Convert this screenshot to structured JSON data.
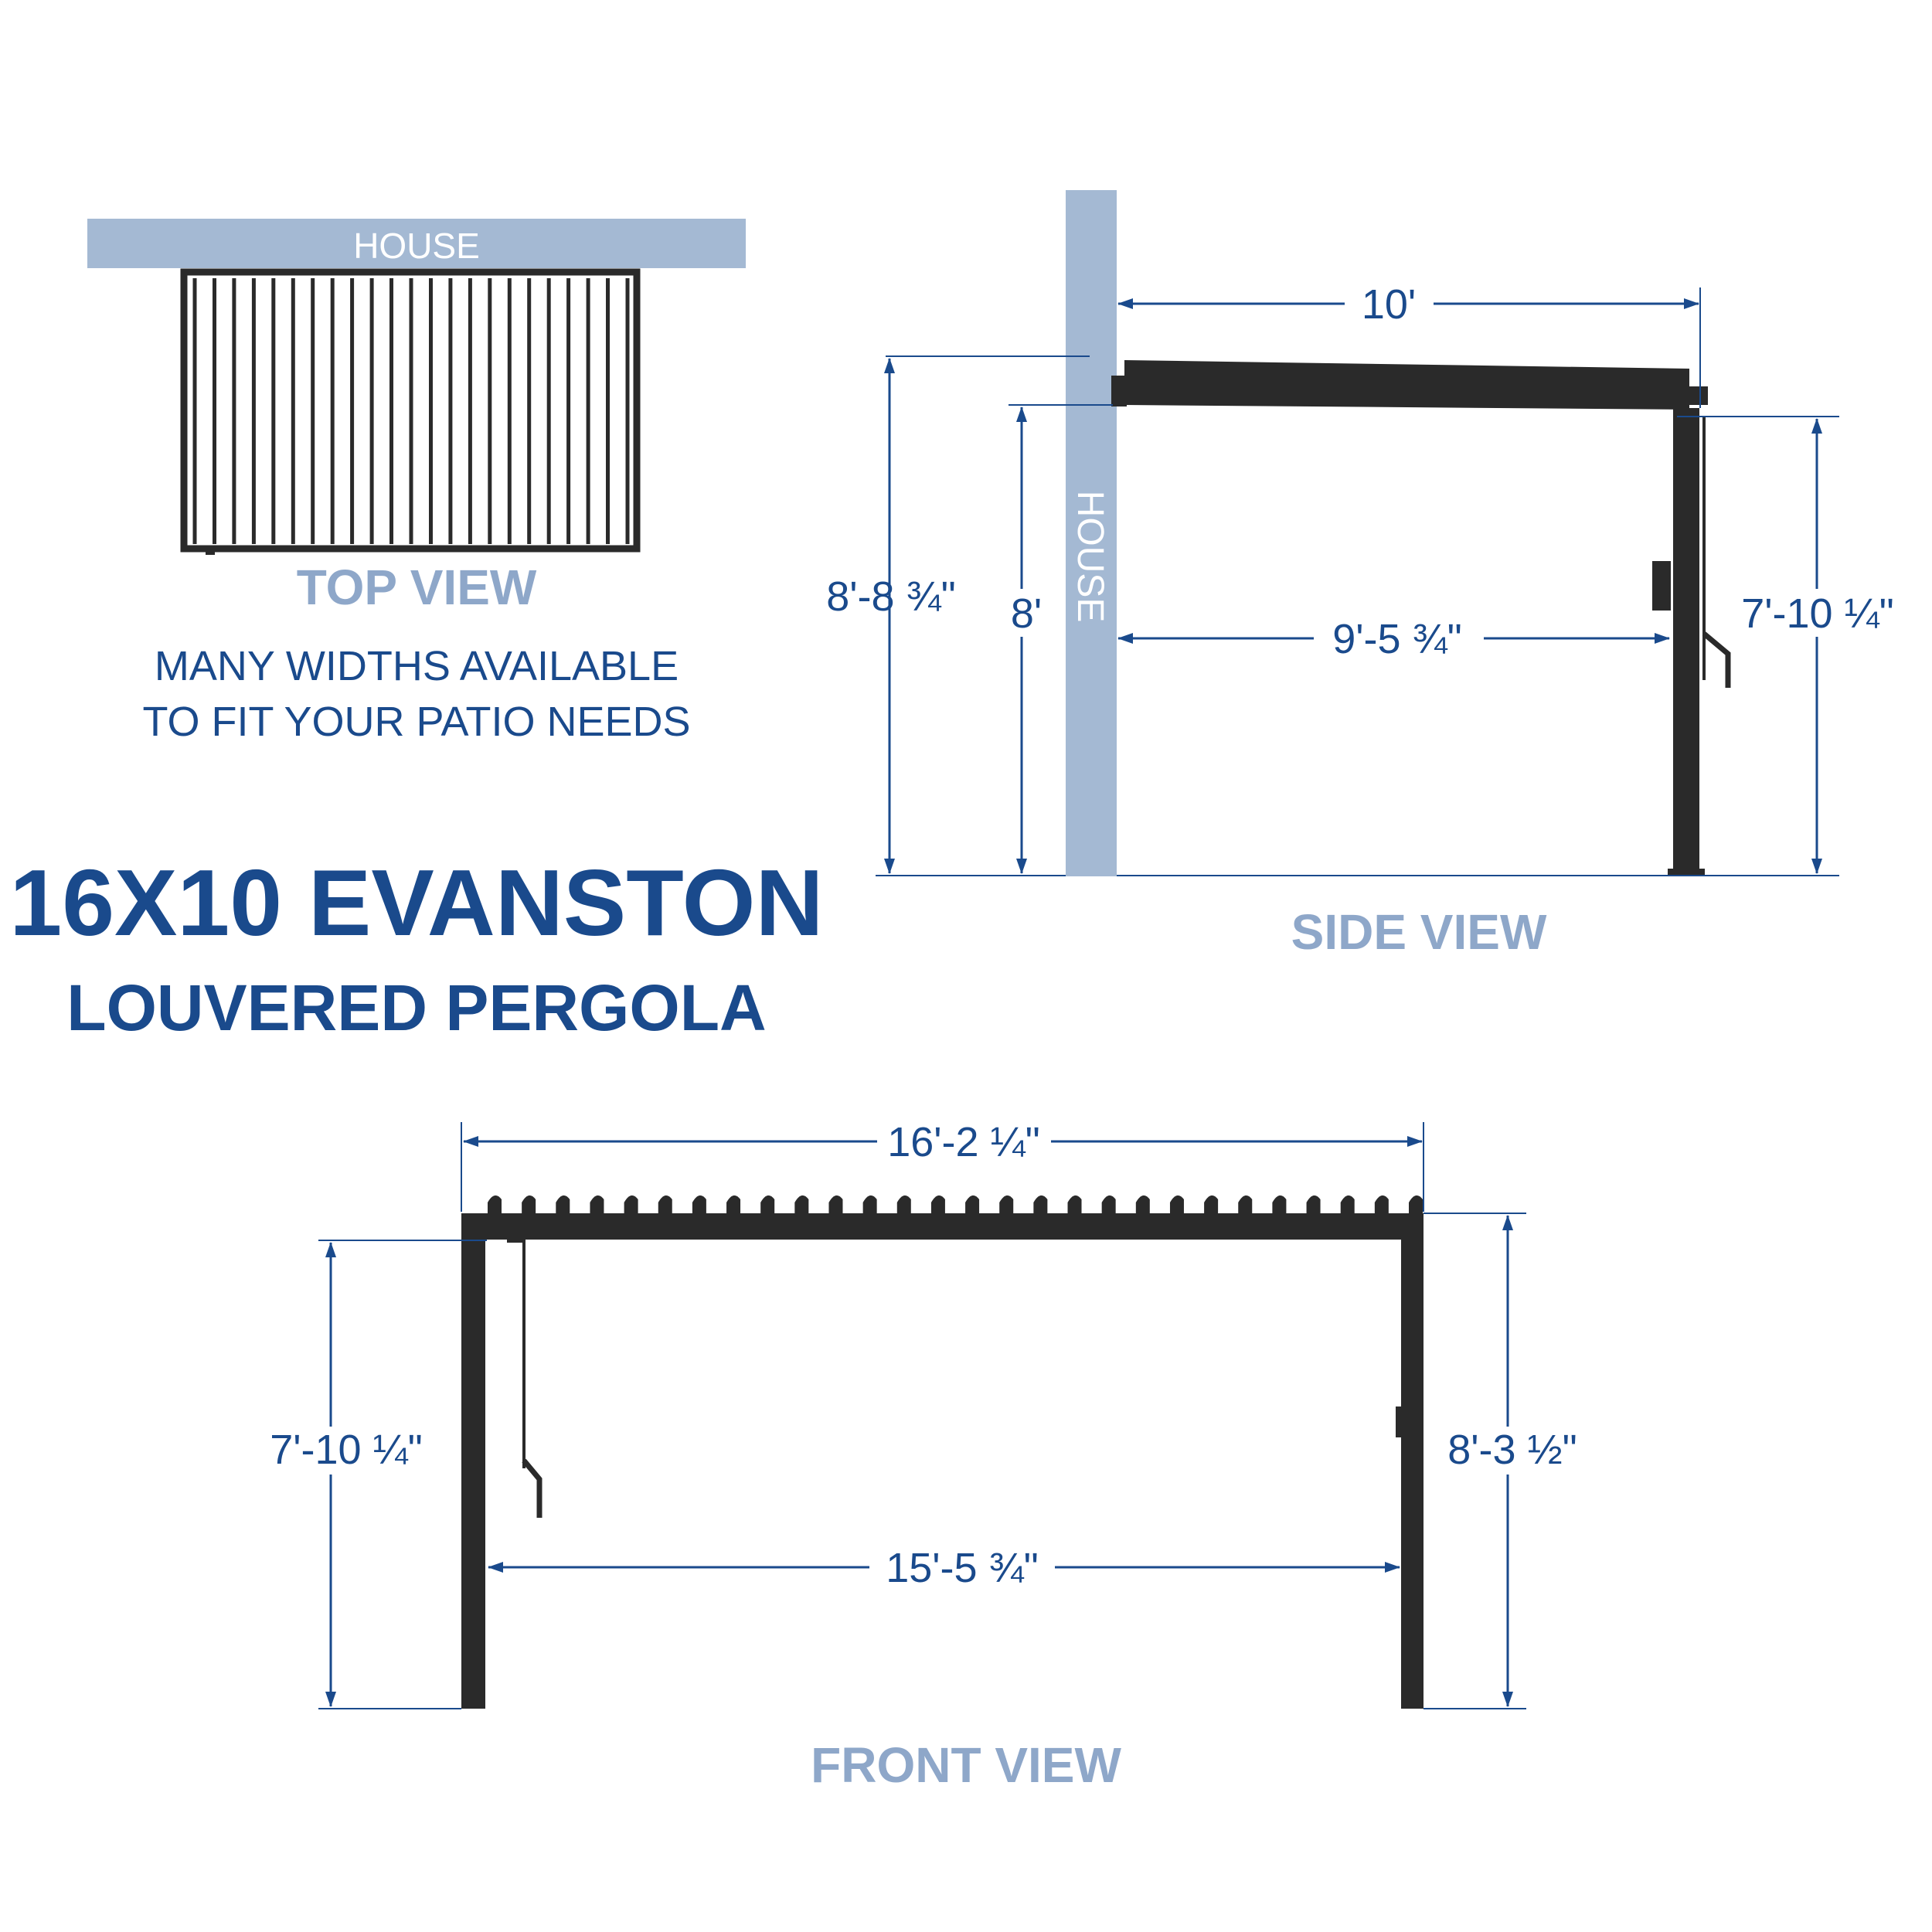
{
  "colors": {
    "house": "#a4b9d3",
    "navy": "#1a4a8c",
    "view_label": "#8ea7c9",
    "structure": "#2a2a2a",
    "white": "#ffffff"
  },
  "house_label": "HOUSE",
  "top_view": {
    "title": "TOP VIEW",
    "caption_line1": "MANY WIDTHS AVAILABLE",
    "caption_line2": "TO FIT YOUR PATIO NEEDS",
    "louver_count": 23
  },
  "product": {
    "title": "16X10 EVANSTON",
    "subtitle": "LOUVERED PERGOLA"
  },
  "side_view": {
    "title": "SIDE VIEW",
    "dim_depth": "10'",
    "dim_total_height": "8'-8 ¾\"",
    "dim_wall_height": "8'",
    "dim_clear_depth": "9'-5 ¾\"",
    "dim_post_height": "7'-10 ¼\""
  },
  "front_view": {
    "title": "FRONT VIEW",
    "dim_total_width": "16'-2 ¼\"",
    "dim_clear_height": "7'-10 ¼\"",
    "dim_total_height": "8'-3 ½\"",
    "dim_clear_width": "15'-5 ¾\"",
    "louver_count": 28
  }
}
